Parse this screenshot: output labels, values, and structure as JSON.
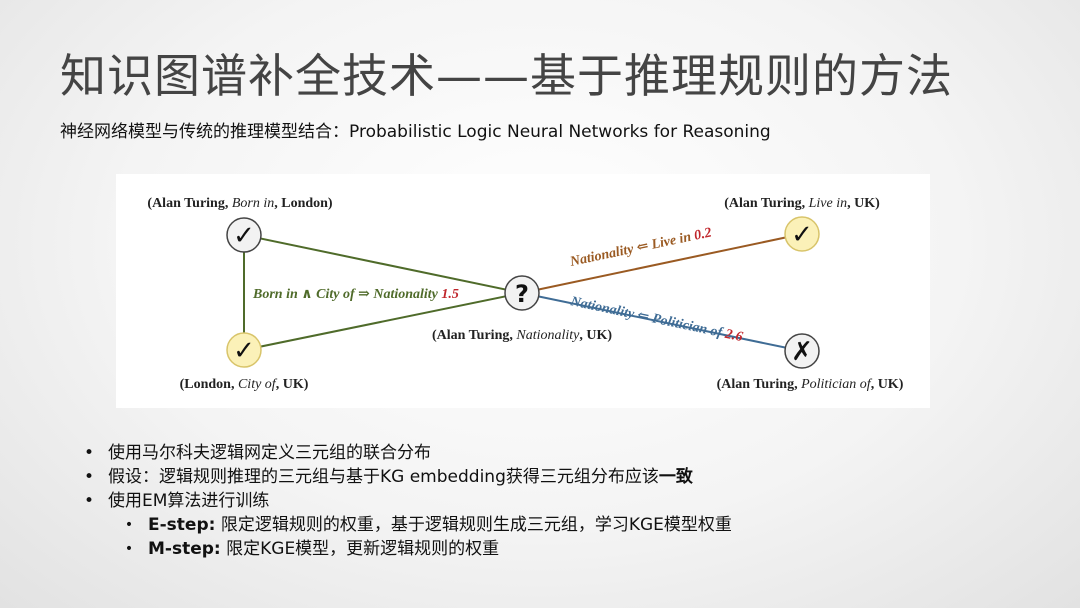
{
  "slide": {
    "title": "知识图谱补全技术——基于推理规则的方法",
    "subtitle": "神经网络模型与传统的推理模型结合：Probabilistic Logic Neural Networks for Reasoning"
  },
  "diagram": {
    "nodes": {
      "born": {
        "relation_before": "(Alan Turing, ",
        "relation": "Born in",
        "relation_after": ", London)",
        "mark": "✓"
      },
      "city": {
        "relation_before": "(London, ",
        "relation": "City of",
        "relation_after": ", UK)",
        "mark": "✓"
      },
      "center": {
        "relation_before": "(Alan Turing, ",
        "relation": "Nationality",
        "relation_after": ", UK)",
        "mark": "?"
      },
      "live": {
        "relation_before": "(Alan Turing, ",
        "relation": "Live in",
        "relation_after": ", UK)",
        "mark": "✓"
      },
      "politician": {
        "relation_before": "(Alan Turing, ",
        "relation": "Politician of",
        "relation_after": ", UK)",
        "mark": "✗"
      }
    },
    "rules": {
      "rule1": {
        "text": "Born in ∧ City of ⇒ Nationality ",
        "weight": "1.5"
      },
      "rule2": {
        "text": "Nationality ⇐ Live in ",
        "weight": "0.2"
      },
      "rule3": {
        "text": "Nationality ⇐ Politician of ",
        "weight": "2.6"
      }
    },
    "colors": {
      "green_edge": "#4f6b2a",
      "orange_edge": "#9a5a22",
      "blue_edge": "#3f6c95",
      "weight_red": "#c0262c",
      "check_fill": "#fbf1b8",
      "neutral_fill": "#f2f2f2"
    }
  },
  "bullets": [
    {
      "text": "使用马尔科夫逻辑网定义三元组的联合分布"
    },
    {
      "text": "假设：逻辑规则推理的三元组与基于KG embedding获得三元组分布应该",
      "bold": "一致"
    },
    {
      "text": "使用EM算法进行训练"
    }
  ],
  "sub_bullets": [
    {
      "label": "E-step:",
      "text": " 限定逻辑规则的权重，基于逻辑规则生成三元组，学习KGE模型权重"
    },
    {
      "label": "M-step:",
      "text": " 限定KGE模型，更新逻辑规则的权重"
    }
  ]
}
